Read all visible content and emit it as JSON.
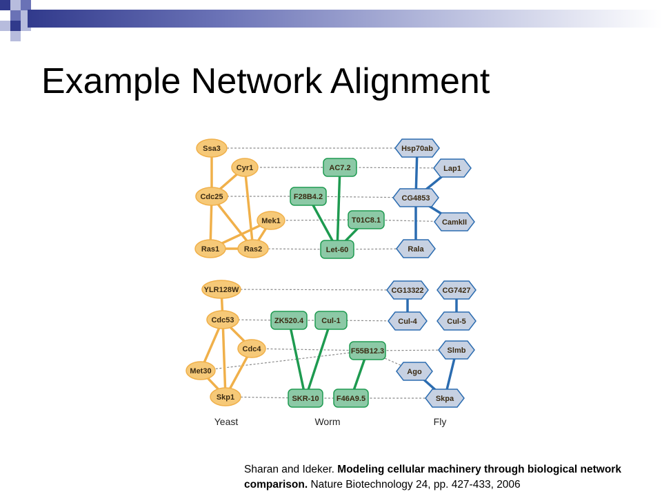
{
  "slide": {
    "title": "Example Network Alignment",
    "accent_colors": {
      "bar_dark": "#313a8c",
      "bar_mid": "#6a72b6",
      "square_light": "#b7bcdd"
    }
  },
  "diagram": {
    "colors": {
      "yeast_node": "#f6c978",
      "yeast_edge": "#f0b04a",
      "worm_node": "#8cc9a6",
      "worm_edge": "#1e9a50",
      "fly_node": "#c7d1e2",
      "fly_edge": "#2b6cb0",
      "align_edge": "#8a8a8a"
    },
    "columns": [
      {
        "id": "yeast",
        "label": "Yeast"
      },
      {
        "id": "worm",
        "label": "Worm"
      },
      {
        "id": "fly",
        "label": "Fly"
      }
    ],
    "nodes": [
      {
        "id": "Ssa3",
        "label": "Ssa3",
        "species": "yeast"
      },
      {
        "id": "Cyr1",
        "label": "Cyr1",
        "species": "yeast"
      },
      {
        "id": "Cdc25",
        "label": "Cdc25",
        "species": "yeast"
      },
      {
        "id": "Mek1",
        "label": "Mek1",
        "species": "yeast"
      },
      {
        "id": "Ras1",
        "label": "Ras1",
        "species": "yeast"
      },
      {
        "id": "Ras2",
        "label": "Ras2",
        "species": "yeast"
      },
      {
        "id": "AC7.2",
        "label": "AC7.2",
        "species": "worm"
      },
      {
        "id": "F28B4.2",
        "label": "F28B4.2",
        "species": "worm"
      },
      {
        "id": "T01C8.1",
        "label": "T01C8.1",
        "species": "worm"
      },
      {
        "id": "Let-60",
        "label": "Let-60",
        "species": "worm"
      },
      {
        "id": "Hsp70ab",
        "label": "Hsp70ab",
        "species": "fly"
      },
      {
        "id": "Lap1",
        "label": "Lap1",
        "species": "fly"
      },
      {
        "id": "CG4853",
        "label": "CG4853",
        "species": "fly"
      },
      {
        "id": "CamkII",
        "label": "CamkII",
        "species": "fly"
      },
      {
        "id": "Rala",
        "label": "Rala",
        "species": "fly"
      },
      {
        "id": "YLR128W",
        "label": "YLR128W",
        "species": "yeast"
      },
      {
        "id": "Cdc53",
        "label": "Cdc53",
        "species": "yeast"
      },
      {
        "id": "Cdc4",
        "label": "Cdc4",
        "species": "yeast"
      },
      {
        "id": "Met30",
        "label": "Met30",
        "species": "yeast"
      },
      {
        "id": "Skp1",
        "label": "Skp1",
        "species": "yeast"
      },
      {
        "id": "ZK520.4",
        "label": "ZK520.4",
        "species": "worm"
      },
      {
        "id": "Cul-1",
        "label": "Cul-1",
        "species": "worm"
      },
      {
        "id": "F55B12.3",
        "label": "F55B12.3",
        "species": "worm"
      },
      {
        "id": "SKR-10",
        "label": "SKR-10",
        "species": "worm"
      },
      {
        "id": "F46A9.5",
        "label": "F46A9.5",
        "species": "worm"
      },
      {
        "id": "CG13322",
        "label": "CG13322",
        "species": "fly"
      },
      {
        "id": "CG7427",
        "label": "CG7427",
        "species": "fly"
      },
      {
        "id": "Cul-4",
        "label": "Cul-4",
        "species": "fly"
      },
      {
        "id": "Cul-5",
        "label": "Cul-5",
        "species": "fly"
      },
      {
        "id": "Slmb",
        "label": "Slmb",
        "species": "fly"
      },
      {
        "id": "Ago",
        "label": "Ago",
        "species": "fly"
      },
      {
        "id": "Skpa",
        "label": "Skpa",
        "species": "fly"
      }
    ],
    "interactions": [
      [
        "Ssa3",
        "Cdc25"
      ],
      [
        "Cyr1",
        "Cdc25"
      ],
      [
        "Cyr1",
        "Ras2"
      ],
      [
        "Cdc25",
        "Ras1"
      ],
      [
        "Cdc25",
        "Ras2"
      ],
      [
        "Mek1",
        "Ras1"
      ],
      [
        "Mek1",
        "Ras2"
      ],
      [
        "Ras1",
        "Ras2"
      ],
      [
        "AC7.2",
        "Let-60"
      ],
      [
        "F28B4.2",
        "Let-60"
      ],
      [
        "T01C8.1",
        "Let-60"
      ],
      [
        "Hsp70ab",
        "CG4853"
      ],
      [
        "Lap1",
        "CG4853"
      ],
      [
        "CG4853",
        "CamkII"
      ],
      [
        "CG4853",
        "Rala"
      ],
      [
        "YLR128W",
        "Cdc53"
      ],
      [
        "Cdc53",
        "Cdc4"
      ],
      [
        "Cdc53",
        "Met30"
      ],
      [
        "Cdc53",
        "Skp1"
      ],
      [
        "Cdc4",
        "Skp1"
      ],
      [
        "Met30",
        "Skp1"
      ],
      [
        "ZK520.4",
        "SKR-10"
      ],
      [
        "Cul-1",
        "SKR-10"
      ],
      [
        "F55B12.3",
        "F46A9.5"
      ],
      [
        "CG13322",
        "Cul-4"
      ],
      [
        "CG7427",
        "Cul-5"
      ],
      [
        "Slmb",
        "Skpa"
      ],
      [
        "Ago",
        "Skpa"
      ]
    ],
    "alignments": [
      [
        "Ssa3",
        "Hsp70ab"
      ],
      [
        "Cyr1",
        "AC7.2"
      ],
      [
        "AC7.2",
        "Lap1"
      ],
      [
        "Cdc25",
        "F28B4.2"
      ],
      [
        "F28B4.2",
        "CG4853"
      ],
      [
        "Mek1",
        "T01C8.1"
      ],
      [
        "T01C8.1",
        "CamkII"
      ],
      [
        "Ras2",
        "Let-60"
      ],
      [
        "Let-60",
        "Rala"
      ],
      [
        "YLR128W",
        "CG13322"
      ],
      [
        "Cdc53",
        "ZK520.4"
      ],
      [
        "ZK520.4",
        "Cul-1"
      ],
      [
        "Cul-1",
        "Cul-4"
      ],
      [
        "Cdc4",
        "F55B12.3"
      ],
      [
        "F55B12.3",
        "Slmb"
      ],
      [
        "Met30",
        "F55B12.3"
      ],
      [
        "F55B12.3",
        "Ago"
      ],
      [
        "Skp1",
        "SKR-10"
      ],
      [
        "SKR-10",
        "F46A9.5"
      ],
      [
        "F46A9.5",
        "Skpa"
      ]
    ]
  },
  "citation": {
    "authors": "Sharan and Ideker. ",
    "title": "Modeling cellular machinery through biological network comparison.",
    "source": " Nature Biotechnology 24, pp. 427-433, 2006"
  }
}
